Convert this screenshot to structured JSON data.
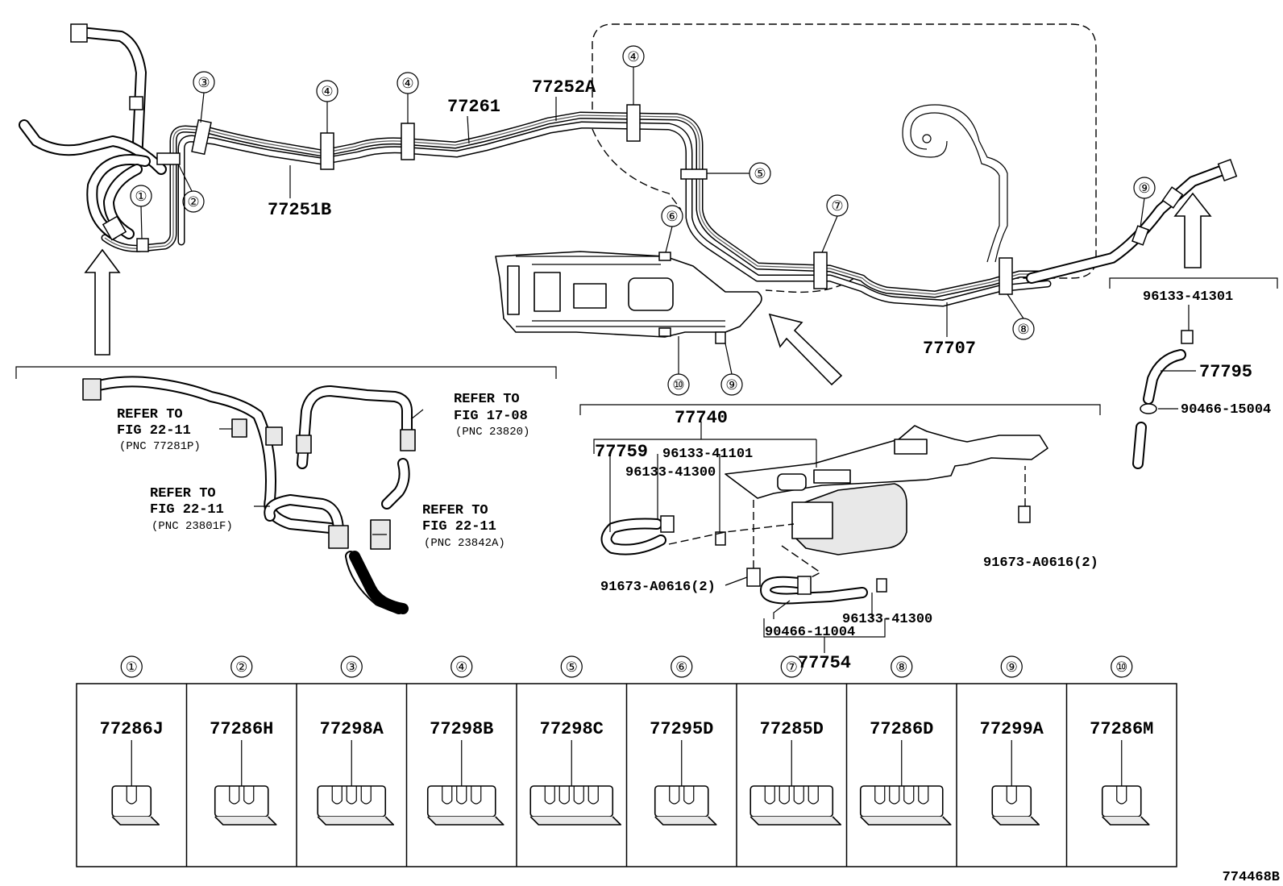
{
  "diagram_id": "774468B",
  "callouts": {
    "c1": "①",
    "c2": "②",
    "c3": "③",
    "c4": "④",
    "c5": "⑤",
    "c6": "⑥",
    "c7": "⑦",
    "c8": "⑧",
    "c9": "⑨",
    "c10": "⑩"
  },
  "top_labels": {
    "p77251B": "77251B",
    "p77261": "77261",
    "p77252A": "77252A",
    "p77707": "77707"
  },
  "refs": [
    {
      "line1": "REFER TO",
      "line2": "FIG 22-11",
      "pnc": "(PNC 77281P)"
    },
    {
      "line1": "REFER TO",
      "line2": "FIG 17-08",
      "pnc": "(PNC 23820)"
    },
    {
      "line1": "REFER TO",
      "line2": "FIG 22-11",
      "pnc": "(PNC 23801F)"
    },
    {
      "line1": "REFER TO",
      "line2": "FIG 22-11",
      "pnc": "(PNC 23842A)"
    }
  ],
  "canister": {
    "assembly": "77740",
    "hose_left": "77759",
    "clip_a": "96133-41101",
    "clip_b": "96133-41300",
    "bolt_left": "91673-A0616(2)",
    "bolt_right": "91673-A0616(2)",
    "clip_c": "96133-41300",
    "clamp": "90466-11004",
    "hose_bottom": "77754"
  },
  "filler": {
    "clip": "96133-41301",
    "hose": "77795",
    "clamp": "90466-15004"
  },
  "clamp_table": [
    {
      "callout": "①",
      "part": "77286J"
    },
    {
      "callout": "②",
      "part": "77286H"
    },
    {
      "callout": "③",
      "part": "77298A"
    },
    {
      "callout": "④",
      "part": "77298B"
    },
    {
      "callout": "⑤",
      "part": "77298C"
    },
    {
      "callout": "⑥",
      "part": "77295D"
    },
    {
      "callout": "⑦",
      "part": "77285D"
    },
    {
      "callout": "⑧",
      "part": "77286D"
    },
    {
      "callout": "⑨",
      "part": "77299A"
    },
    {
      "callout": "⑩",
      "part": "77286M"
    }
  ]
}
